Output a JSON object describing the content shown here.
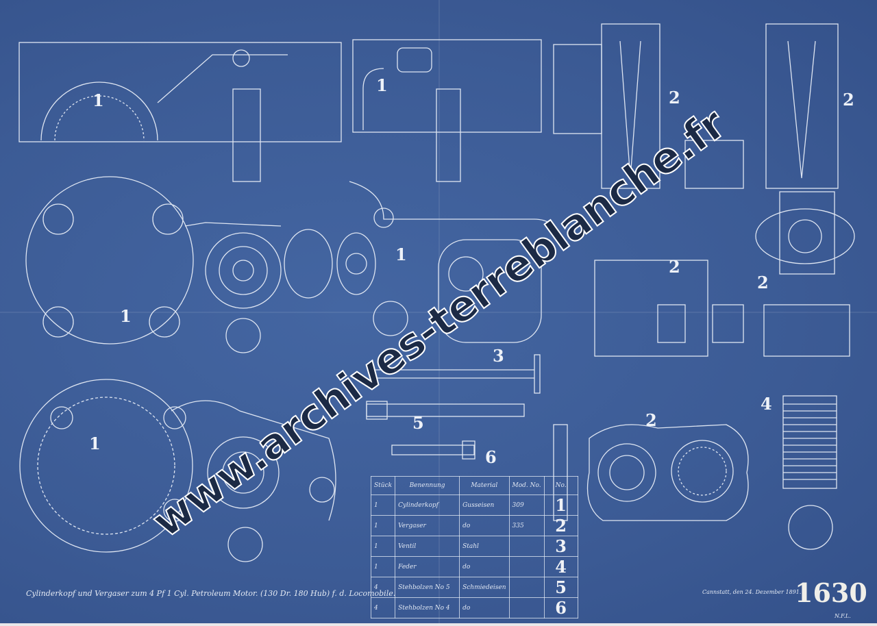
{
  "sheet": {
    "sheet_number": "1630",
    "caption": "Cylinderkopf und Vergaser zum 4 Pf 1 Cyl. Petroleum Motor. (130 Dr. 180 Hub) f. d. Locomobile.",
    "place_date": "Cannstatt, den 24. Dezember 1891.",
    "initials": "N.F.L.",
    "watermark": "www.archives-terreblanche.fr",
    "colors": {
      "paper": "#3f5f9a",
      "line": "#dfe6f2"
    }
  },
  "part_labels": [
    "1",
    "1",
    "1",
    "1",
    "1",
    "2",
    "2",
    "2",
    "2",
    "2",
    "3",
    "4",
    "5",
    "6"
  ],
  "parts_table": {
    "headers": [
      "Stück",
      "Benennung",
      "Material",
      "Mod. No.",
      "No."
    ],
    "rows": [
      {
        "qty": "1",
        "name": "Cylinderkopf",
        "material": "Gusseisen",
        "model": "309",
        "no": "1"
      },
      {
        "qty": "1",
        "name": "Vergaser",
        "material": "do",
        "model": "335",
        "no": "2"
      },
      {
        "qty": "1",
        "name": "Ventil",
        "material": "Stahl",
        "model": "",
        "no": "3"
      },
      {
        "qty": "1",
        "name": "Feder",
        "material": "do",
        "model": "",
        "no": "4"
      },
      {
        "qty": "4",
        "name": "Stehbolzen No 5",
        "material": "Schmiedeisen",
        "model": "",
        "no": "5"
      },
      {
        "qty": "4",
        "name": "Stehbolzen No 4",
        "material": "do",
        "model": "",
        "no": "6"
      }
    ]
  }
}
